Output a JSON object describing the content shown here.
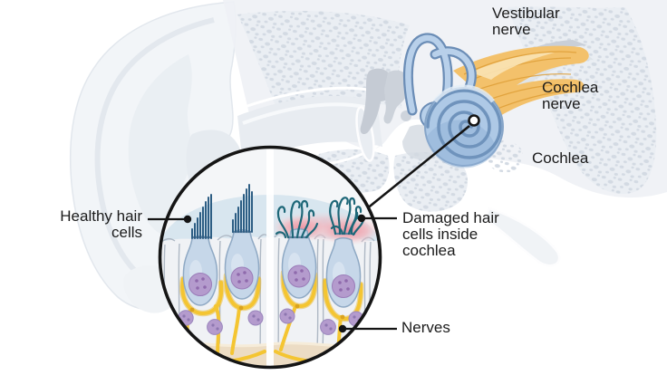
{
  "figure": {
    "description": "Cross-section of the human ear with an enlarged circular inset comparing healthy and damaged hair cells inside the cochlea",
    "labels": {
      "vestibular_nerve": "Vestibular nerve",
      "cochlea_nerve": "Cochlea nerve",
      "cochlea": "Cochlea",
      "healthy_hair_cells": "Healthy hair cells",
      "damaged_hair_cells": "Damaged hair cells inside cochlea",
      "nerves": "Nerves"
    },
    "colors": {
      "label_text": "#1b1b1b",
      "leader_line": "#141414",
      "cochlea_blue": "#aec9e6",
      "cochlea_blue_dark": "#6f93bc",
      "nerve_orange": "#f3c16b",
      "nerve_orange_dark": "#dd9c33",
      "inset_fluid_blue": "#d8e6ef",
      "damage_pink": "#f28d9b",
      "hair_cell_blue": "#c6d7e9",
      "nucleus_purple": "#b49bcd",
      "nerve_fiber_yellow": "#f4c532",
      "stereocilia_healthy": "#2d5e84",
      "stereocilia_damaged": "#1d6778",
      "bone_light": "#eef1f5",
      "bone_speckle": "#d3dae3",
      "basilar_beige": "#ecdcc4"
    }
  }
}
